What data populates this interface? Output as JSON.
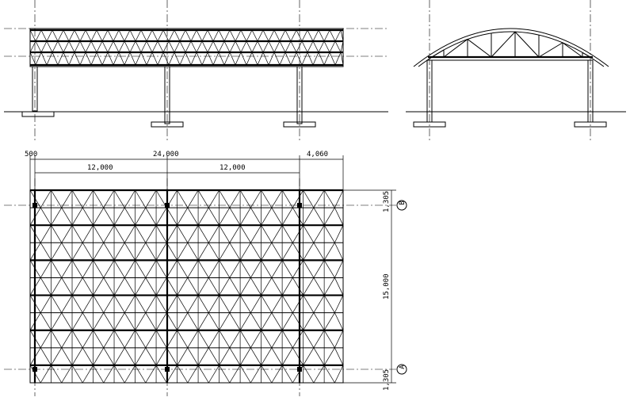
{
  "plan": {
    "dims_top": {
      "overhang_left": "500",
      "total_span": "24,000",
      "overhang_right": "4,060",
      "bay_1": "12,000",
      "bay_2": "12,000"
    },
    "dims_right": {
      "top_edge": "1,305",
      "depth": "15,000",
      "bottom_edge": "1,305"
    },
    "grid_labels": {
      "b": "B",
      "a": "A"
    }
  }
}
